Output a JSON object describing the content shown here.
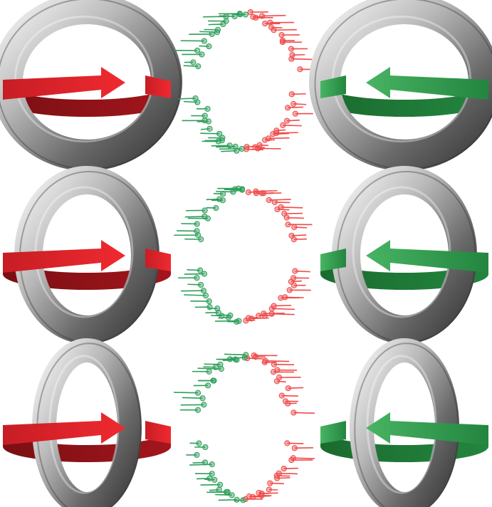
{
  "colors": {
    "background": "#ffffff",
    "torus_light": "#f2f2f2",
    "torus_mid": "#8a8a8a",
    "torus_dark": "#3c3c3c",
    "red_arrow": "#e8222a",
    "red_arrow_dark": "#8e1216",
    "green_arrow": "#34a853",
    "green_arrow_dark": "#1d7a36",
    "red_dot": "#ef4a4a",
    "green_dot": "#2e9e5b"
  },
  "rows": [
    {
      "torus_aspect": "wide",
      "arrow_left": "right-pointing",
      "arrow_right": "left-pointing"
    },
    {
      "torus_aspect": "medium",
      "arrow_left": "right-pointing",
      "arrow_right": "left-pointing"
    },
    {
      "torus_aspect": "narrow",
      "arrow_left": "right-pointing",
      "arrow_right": "left-pointing"
    }
  ],
  "icons": [
    "torus-ring-icon",
    "rotation-arrow-icon",
    "chirality-dot-ring-icon"
  ]
}
